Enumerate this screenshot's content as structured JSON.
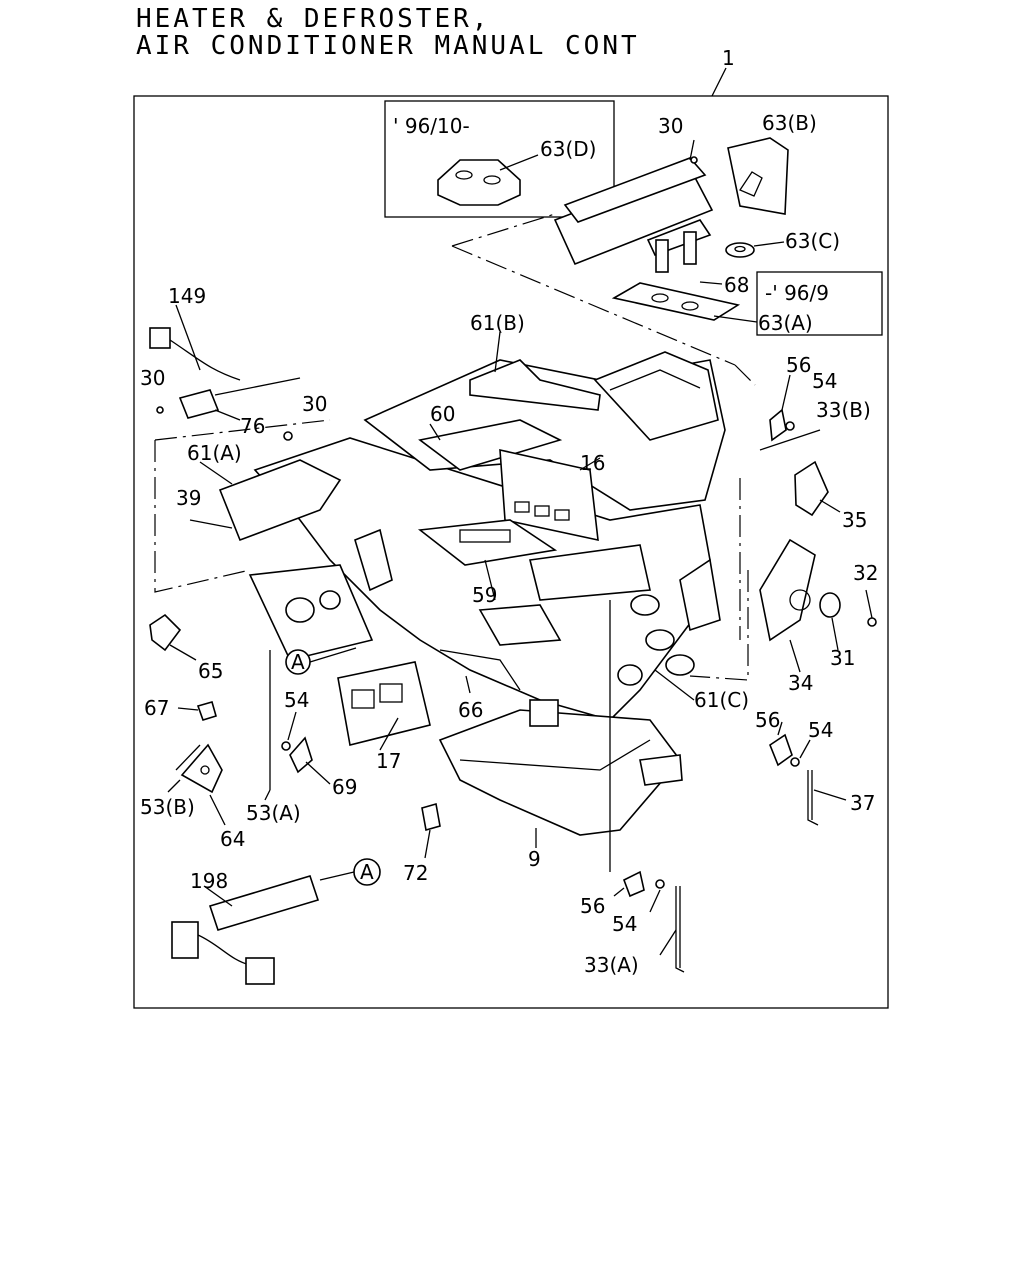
{
  "title": {
    "line1": "HEATER & DEFROSTER,",
    "line2": "AIR CONDITIONER MANUAL CONT"
  },
  "frame_callout": "1",
  "inset_top": {
    "label": "' 96/10-",
    "part": "63(D)"
  },
  "inset_right": {
    "label": "-' 96/9",
    "part": "63(A)"
  },
  "circle_ref": "A",
  "labels": {
    "l30a": "30",
    "l63b": "63(B)",
    "l63c": "63(C)",
    "l68": "68",
    "l149": "149",
    "l61b": "61(B)",
    "l56a": "56",
    "l54a": "54",
    "l33b": "33(B)",
    "l30b": "30",
    "l76": "76",
    "l30c": "30",
    "l60": "60",
    "l61a": "61(A)",
    "l16": "16",
    "l35": "35",
    "l39": "39",
    "l32": "32",
    "l59": "59",
    "l31": "31",
    "l65": "65",
    "l34": "34",
    "l61c": "61(C)",
    "l67": "67",
    "l66": "66",
    "l54b": "54",
    "l56b": "56",
    "l54c": "54",
    "l17": "17",
    "l53b": "53(B)",
    "l69": "69",
    "l37": "37",
    "l53a": "53(A)",
    "l64": "64",
    "l72": "72",
    "l9": "9",
    "l198": "198",
    "l56c": "56",
    "l54d": "54",
    "l33a": "33(A)"
  }
}
